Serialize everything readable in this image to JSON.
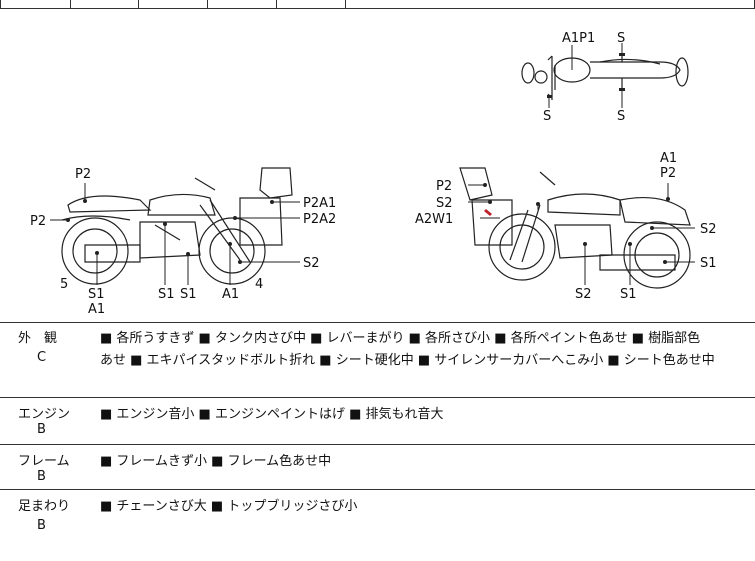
{
  "diagram": {
    "top_view_labels": [
      "A1P1",
      "S",
      "S",
      "S"
    ],
    "left_view_labels": [
      "P2",
      "P2",
      "5",
      "S1",
      "A1",
      "S1",
      "S1",
      "A1",
      "4",
      "P2A1",
      "P2A2",
      "S2"
    ],
    "right_view_labels": [
      "A1",
      "P2",
      "P2",
      "S2",
      "A2W1",
      "S2",
      "S1",
      "S2",
      "S1"
    ]
  },
  "sections": [
    {
      "name": "外　観",
      "grade": "C",
      "lines": [
        "■ 各所うすきず ■ タンク内さび中 ■ レバーまがり ■ 各所さび小 ■ 各所ペイント色あせ ■ 樹脂部色",
        "あせ ■ エキパイスタッドボルト折れ ■ シート硬化中 ■ サイレンサーカバーへこみ小 ■ シート色あせ中"
      ]
    },
    {
      "name": "エンジン",
      "grade": "B",
      "lines": [
        "■ エンジン音小 ■ エンジンペイントはげ ■ 排気もれ音大"
      ]
    },
    {
      "name": "フレーム",
      "grade": "B",
      "lines": [
        "■ フレームきず小 ■ フレーム色あせ中"
      ]
    },
    {
      "name": "足まわり",
      "grade": "B",
      "lines": [
        "■ チェーンさび大 ■ トップブリッジさび小"
      ]
    }
  ]
}
